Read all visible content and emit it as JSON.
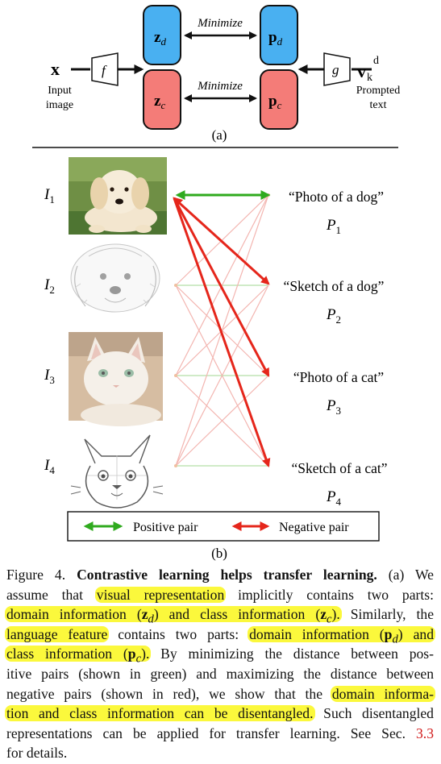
{
  "figure": {
    "panel_a": {
      "input_symbol": "x",
      "input_label_1": "Input",
      "input_label_2": "image",
      "encoder_f": "f",
      "encoder_g": "g",
      "z_d": "z",
      "z_d_sub": "d",
      "z_c": "z",
      "z_c_sub": "c",
      "p_d": "p",
      "p_d_sub": "d",
      "p_c": "p",
      "p_c_sub": "c",
      "minimize_top": "Minimize",
      "minimize_bottom": "Minimize",
      "prompt_symbol": "v",
      "prompt_sup": "d",
      "prompt_sub": "k",
      "prompt_label_1": "Prompted",
      "prompt_label_2": "text",
      "panel_label": "(a)",
      "colors": {
        "domain_box": "#49b0f1",
        "class_box": "#f47c78"
      }
    },
    "panel_b": {
      "images": [
        {
          "label": "I",
          "sub": "1",
          "depicts": "photo of a dog"
        },
        {
          "label": "I",
          "sub": "2",
          "depicts": "sketch of a dog"
        },
        {
          "label": "I",
          "sub": "3",
          "depicts": "photo of a cat"
        },
        {
          "label": "I",
          "sub": "4",
          "depicts": "sketch of a cat"
        }
      ],
      "prompts": [
        {
          "text": "“Photo of a dog”",
          "label": "P",
          "sub": "1"
        },
        {
          "text": "“Sketch of a dog”",
          "label": "P",
          "sub": "2"
        },
        {
          "text": "“Photo of a cat”",
          "label": "P",
          "sub": "3"
        },
        {
          "text": "“Sketch of a cat”",
          "label": "P",
          "sub": "4"
        }
      ],
      "legend": {
        "positive": "Positive pair",
        "negative": "Negative pair"
      },
      "panel_label": "(b)",
      "colors": {
        "positive": "#2faa1e",
        "negative": "#e5261b"
      }
    }
  },
  "caption": {
    "lines": [
      [
        "Figure 4. ",
        "Contrastive learning helps transfer learning.",
        " (a) We"
      ],
      [
        "assume that ",
        "visual representation",
        " implicitly contains two parts:"
      ],
      [
        "domain information (",
        "z",
        "d",
        ") and class information (",
        "z",
        "c",
        ").",
        " Similarly, the"
      ],
      [
        "language feature",
        " contains two parts: ",
        "domain information (",
        "p",
        "d",
        ") and"
      ],
      [
        "class information (",
        "p",
        "c",
        ").",
        " By minimizing the distance between pos-"
      ],
      [
        "itive pairs (shown in green) and maximizing the distance between"
      ],
      [
        "negative pairs (shown in red), we show that the ",
        "domain informa-"
      ],
      [
        "tion and class information can be disentangled.",
        " Such disentangled"
      ],
      [
        "representations can be applied for transfer learning. See Sec. ",
        "3.3"
      ],
      [
        "for details."
      ]
    ],
    "highlight_color": "#fbf83c",
    "ref_color": "#d11a1a"
  }
}
